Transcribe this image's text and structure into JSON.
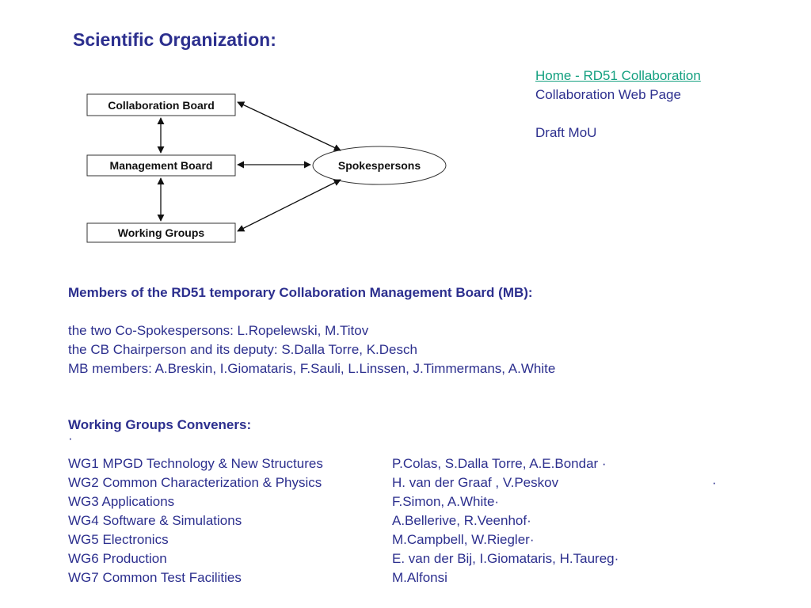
{
  "title": "Scientific Organization:",
  "links": {
    "home_link": "Home - RD51 Collaboration",
    "web_page": "Collaboration Web Page",
    "draft_mou": "Draft MoU"
  },
  "diagram": {
    "collaboration_board": "Collaboration Board",
    "management_board": "Management Board",
    "working_groups": "Working Groups",
    "spokespersons": "Spokespersons"
  },
  "mb_section": {
    "heading": "Members of  the RD51 temporary Collaboration Management Board (MB):",
    "lines": [
      "the two Co-Spokespersons: L.Ropelewski, M.Titov",
      "the CB Chairperson and its deputy: S.Dalla Torre, K.Desch",
      "MB members: A.Breskin, I.Giomataris, F.Sauli, L.Linssen, J.Timmermans, A.White"
    ]
  },
  "wg_section": {
    "heading": "Working Groups Conveners:",
    "bullet": "·",
    "rows": [
      {
        "name": "WG1 MPGD Technology & New Structures",
        "conveners": "P.Colas, S.Dalla Torre, A.E.Bondar ·"
      },
      {
        "name": "WG2 Common Characterization & Physics",
        "conveners": "H. van der Graaf , V.Peskov",
        "extra": "·"
      },
      {
        "name": "WG3 Applications",
        "conveners": "F.Simon, A.White·"
      },
      {
        "name": "WG4 Software & Simulations",
        "conveners": "A.Bellerive, R.Veenhof·"
      },
      {
        "name": "WG5 Electronics",
        "conveners": "M.Campbell, W.Riegler·"
      },
      {
        "name": "WG6 Production",
        "conveners": "E. van der Bij, I.Giomataris, H.Taureg·"
      },
      {
        "name": "WG7 Common Test Facilities",
        "conveners": "M.Alfonsi"
      }
    ]
  }
}
